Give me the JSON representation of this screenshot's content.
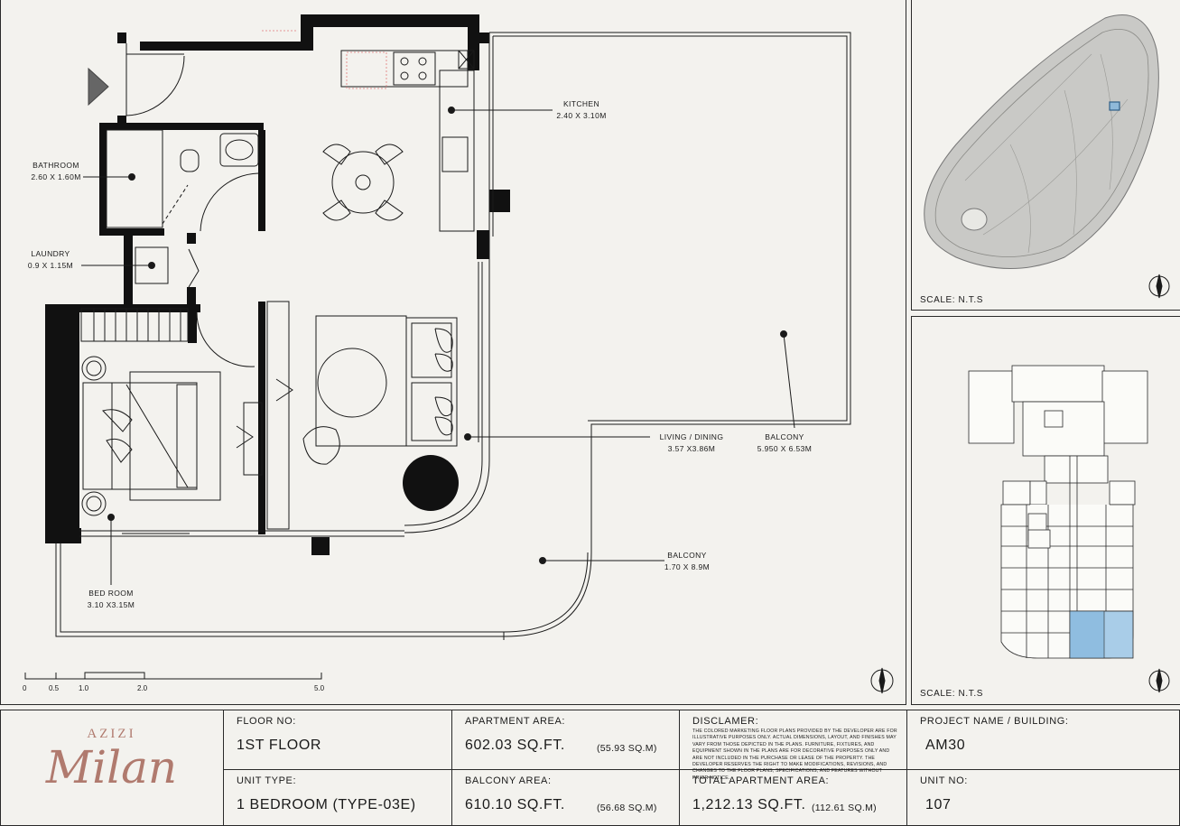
{
  "rooms": {
    "kitchen": {
      "name": "KITCHEN",
      "size": "2.40 X 3.10M"
    },
    "bathroom": {
      "name": "BATHROOM",
      "size": "2.60 X 1.60M"
    },
    "laundry": {
      "name": "LAUNDRY",
      "size": "0.9 X 1.15M"
    },
    "living": {
      "name": "LIVING / DINING",
      "size": "3.57 X3.86M"
    },
    "balcony_main": {
      "name": "BALCONY",
      "size": "5.950 X 6.53M"
    },
    "balcony_curve": {
      "name": "BALCONY",
      "size": "1.70 X 8.9M"
    },
    "bedroom": {
      "name": "BED ROOM",
      "size": "3.10 X3.15M"
    }
  },
  "scale_bar": {
    "ticks": [
      "0",
      "0.5",
      "1.0",
      "2.0",
      "5.0"
    ]
  },
  "site_plan": {
    "scale_label": "SCALE: N.T.S",
    "highlight_color": "#8fb9d9"
  },
  "key_plan": {
    "scale_label": "SCALE: N.T.S",
    "highlight_color": "#a9cde8"
  },
  "brand": {
    "top": "AZIZI",
    "script": "Milan",
    "color": "#b07a6e"
  },
  "info": {
    "floor_no": {
      "label": "FLOOR NO:",
      "value": "1ST FLOOR"
    },
    "unit_type": {
      "label": "UNIT TYPE:",
      "value": "1 BEDROOM (TYPE-03E)"
    },
    "apartment_area": {
      "label": "APARTMENT AREA:",
      "value": "602.03 SQ.FT.",
      "sub": "(55.93 SQ.M)"
    },
    "balcony_area": {
      "label": "BALCONY AREA:",
      "value": "610.10 SQ.FT.",
      "sub": "(56.68 SQ.M)"
    },
    "disclaimer": {
      "label": "DISCLAMER:",
      "text": "The colored marketing floor plans provided by the developer are for illustrative purposes only. Actual dimensions, layout, and finishes may vary from those depicted in the plans. Furniture, fixtures, and equipment shown in the plans are for decorative purposes only and are not included in the purchase or lease of the property. The developer reserves the right to make modifications, revisions, and changes to the floor plans, specifications, and features without prior notice."
    },
    "total_area": {
      "label": "TOTAL APARTMENT AREA:",
      "value": "1,212.13 SQ.FT.",
      "sub": "(112.61 SQ.M)"
    },
    "project": {
      "label": "PROJECT NAME / BUILDING:",
      "value": "AM30"
    },
    "unit_no": {
      "label": "UNIT NO:",
      "value": "107"
    }
  }
}
